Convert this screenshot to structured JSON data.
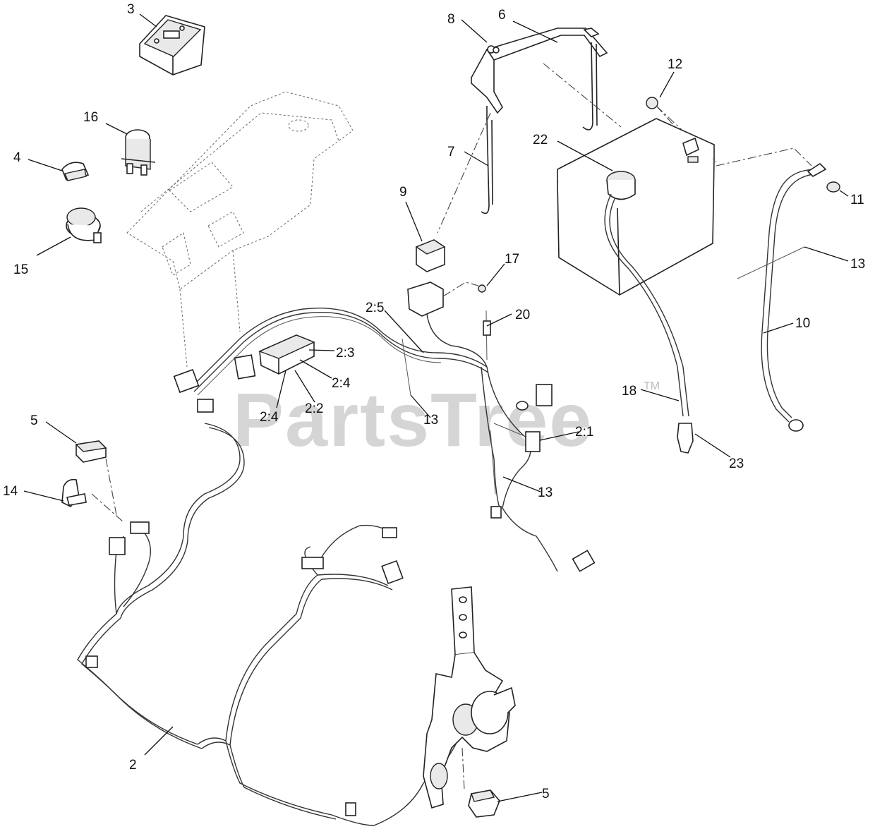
{
  "watermark": {
    "text": "PartsTree",
    "trademark": "TM"
  },
  "labels": {
    "l3": "3",
    "l8": "8",
    "l6": "6",
    "l12": "12",
    "l16": "16",
    "l22": "22",
    "l4": "4",
    "l7": "7",
    "l11": "11",
    "l9": "9",
    "l15": "15",
    "l17": "17",
    "l13a": "13",
    "l25": "2:5",
    "l20": "20",
    "l10": "10",
    "l23a": "2:3",
    "l24a": "2:4",
    "l24b": "2:4",
    "l22b": "2:2",
    "l13b": "13",
    "l18": "18",
    "l5a": "5",
    "l21": "2:1",
    "l23": "23",
    "l14": "14",
    "l13c": "13",
    "l2": "2",
    "l5b": "5"
  }
}
